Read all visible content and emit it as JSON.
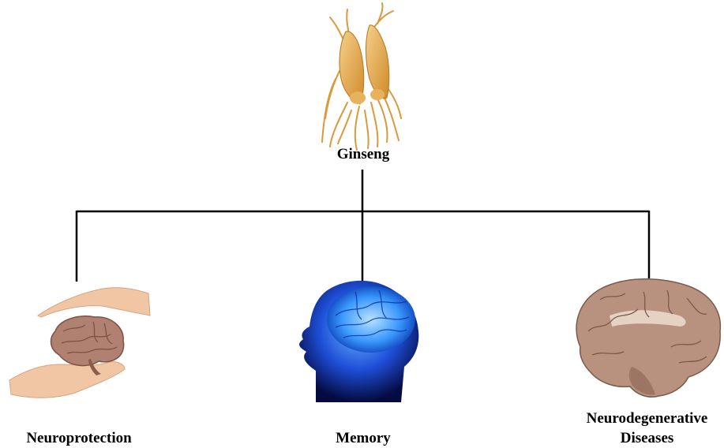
{
  "diagram": {
    "root": {
      "label": "Ginseng",
      "icon": "ginseng-root-icon"
    },
    "children": [
      {
        "label": "Neuroprotection",
        "icon": "hands-protecting-brain-icon"
      },
      {
        "label": "Memory",
        "icon": "glowing-blue-head-brain-icon"
      },
      {
        "label": [
          "Neurodegenerative",
          "Diseases"
        ],
        "icon": "brain-sagittal-section-icon"
      }
    ]
  },
  "colors": {
    "connector": "#000000",
    "ginseng": "#e0a040",
    "skin": "#f1c6a5",
    "brain": "#b08070",
    "memory_blue": "#1e4fd8"
  }
}
